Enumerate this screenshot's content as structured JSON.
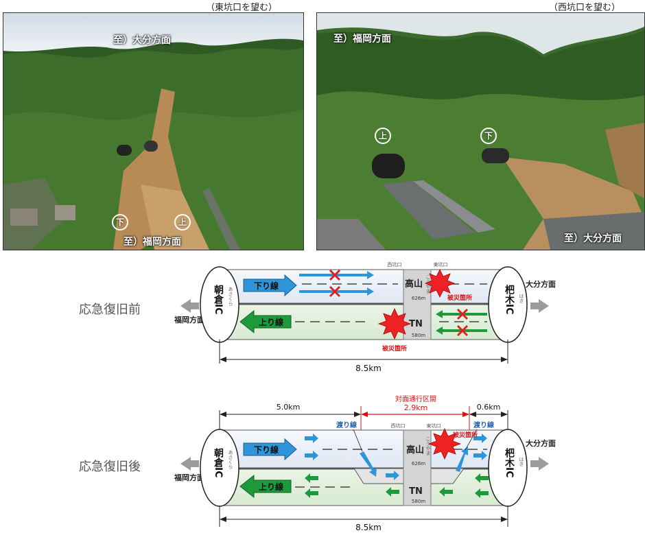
{
  "photos": {
    "left": {
      "caption": "（東坑口を望む）",
      "label_top": "至）大分方面",
      "label_bottom": "至）福岡方面",
      "mark_down": "下",
      "mark_up": "上"
    },
    "right": {
      "caption": "（西坑口を望む）",
      "label_top": "至）福岡方面",
      "label_bottom": "至）大分方面",
      "mark_up": "上",
      "mark_down": "下"
    }
  },
  "diagram_before": {
    "side_label": "応急復旧前",
    "left_ic": "朝倉IC",
    "left_ic_ruby": "あさくら",
    "right_ic": "杷木IC",
    "right_ic_ruby": "はき",
    "left_dir": "福岡方面",
    "right_dir": "大分方面",
    "down_line": "下り線",
    "up_line": "上り線",
    "tunnel_up_name": "高山",
    "tunnel_up_ruby": "こうやま",
    "tunnel_up_len": "626m",
    "tunnel_down_name": "TN",
    "tunnel_down_len": "580m",
    "west_portal": "西坑口",
    "east_portal": "東坑口",
    "damage_label_1": "被災箇所",
    "damage_label_2": "被災箇所",
    "total_distance": "8.5km"
  },
  "diagram_after": {
    "side_label": "応急復旧後",
    "left_ic": "朝倉IC",
    "left_ic_ruby": "あさくら",
    "right_ic": "杷木IC",
    "right_ic_ruby": "はき",
    "left_dir": "福岡方面",
    "right_dir": "大分方面",
    "down_line": "下り線",
    "up_line": "上り線",
    "tunnel_up_name": "高山",
    "tunnel_up_ruby": "こうやま",
    "tunnel_up_len": "626m",
    "tunnel_down_name": "TN",
    "tunnel_down_len": "580m",
    "west_portal": "西坑口",
    "east_portal": "東坑口",
    "damage_label": "被災箇所",
    "crossover_left": "渡り線",
    "crossover_right": "渡り線",
    "section_label": "対面通行区間",
    "dist_left": "5.0km",
    "dist_mid": "2.9km",
    "dist_right": "0.6km",
    "total_distance": "8.5km"
  },
  "colors": {
    "down_lane": "#e8eef8",
    "up_lane": "#e6f2e4",
    "down_arrow": "#2e96d8",
    "up_arrow": "#1e9a3c",
    "cross": "#e02020",
    "burst": "#ee2222",
    "red_text": "#e01010",
    "tunnel": "#d7d7d7"
  }
}
